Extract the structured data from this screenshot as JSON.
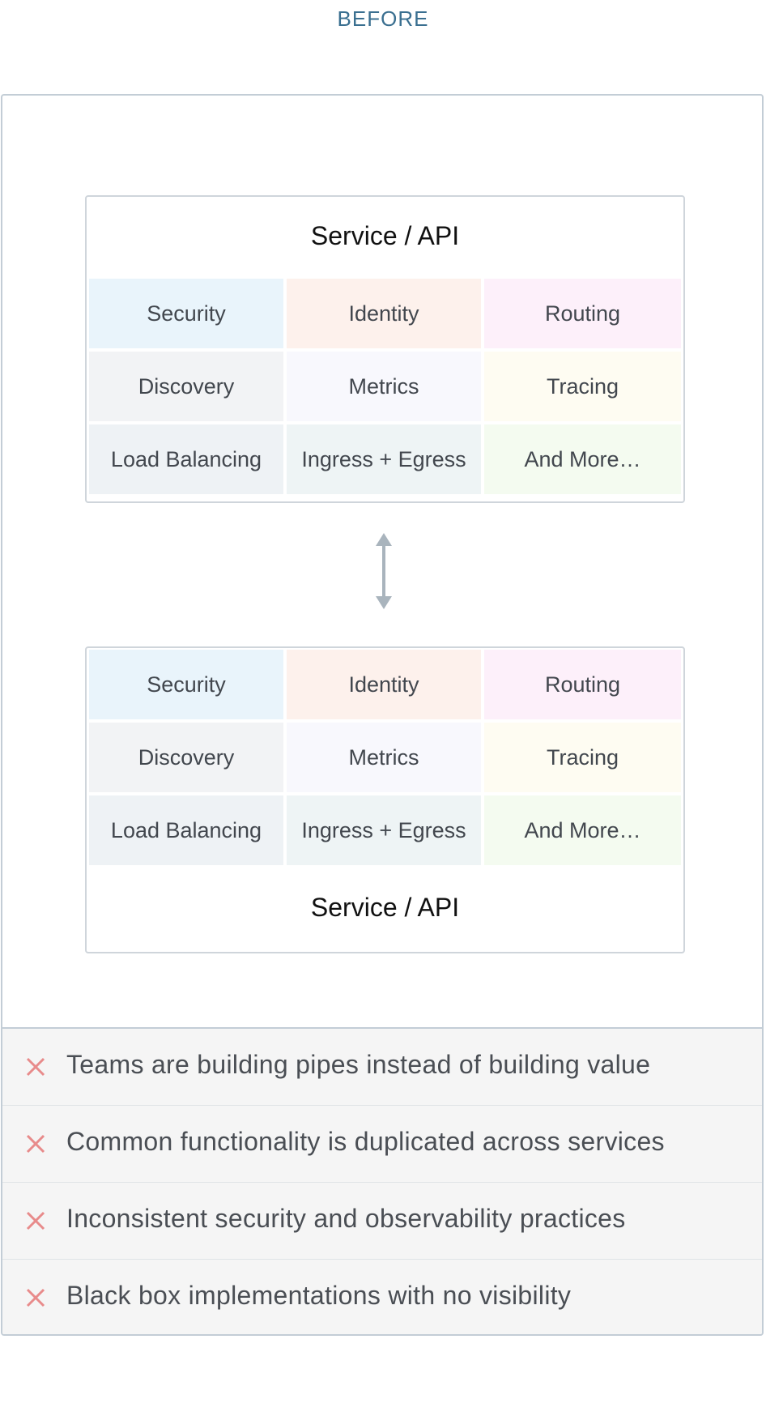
{
  "heading": "BEFORE",
  "top_box": {
    "title": "Service / API",
    "cells": [
      "Security",
      "Identity",
      "Routing",
      "Discovery",
      "Metrics",
      "Tracing",
      "Load Balancing",
      "Ingress + Egress",
      "And More…"
    ]
  },
  "bottom_box": {
    "title": "Service / API",
    "cells": [
      "Security",
      "Identity",
      "Routing",
      "Discovery",
      "Metrics",
      "Tracing",
      "Load Balancing",
      "Ingress + Egress",
      "And More…"
    ]
  },
  "cell_colors": [
    "#e9f4fb",
    "#fdf1ec",
    "#fdf0fa",
    "#f2f3f5",
    "#f8f8fd",
    "#fefcf2",
    "#eef2f5",
    "#eef4f5",
    "#f4fbf0"
  ],
  "connector_icon": "double-arrow-vertical-icon",
  "drawbacks": {
    "icon": "close-icon",
    "icon_color": "#e88b8b",
    "items": [
      "Teams are building pipes instead of building value",
      "Common functionality is duplicated across services",
      "Inconsistent security and observability practices",
      "Black box implementations with no visibility"
    ]
  }
}
